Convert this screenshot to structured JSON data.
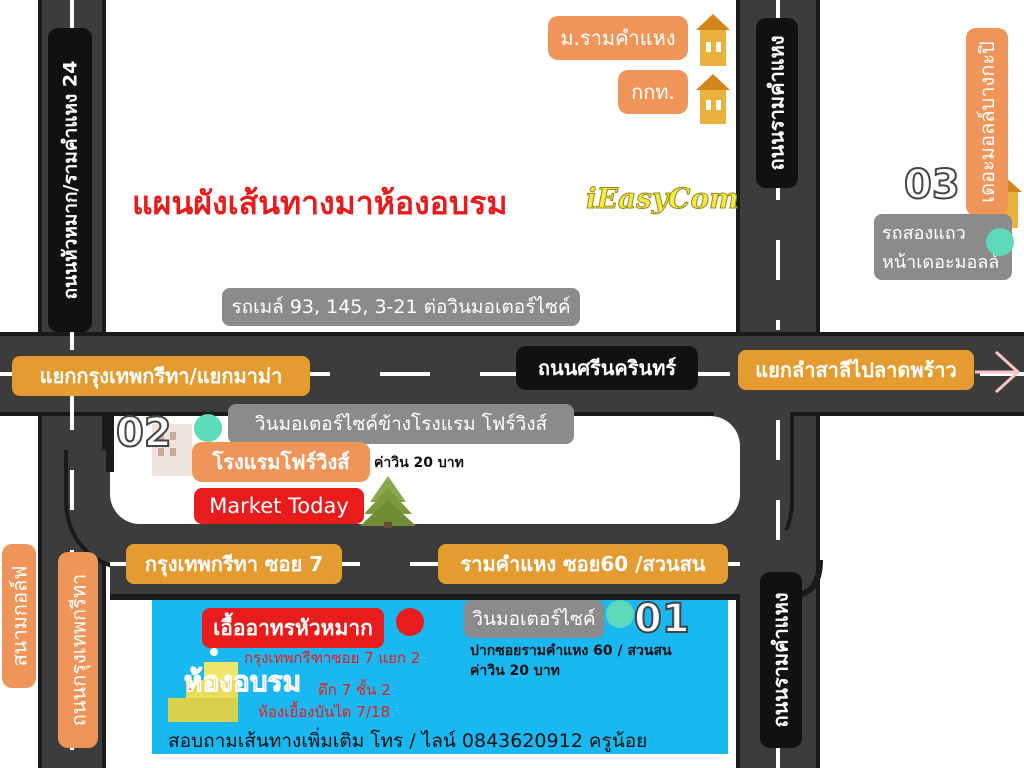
{
  "map": {
    "title": "แผนผังเส้นทางมาห้องอบรม",
    "brand": "iEasyCom"
  },
  "roads": {
    "left_road": "ถนนหัวหมาก/รามคำแหง 24",
    "right_road_top": "ถนนรามคำแหง",
    "right_road_bottom": "ถนนรามคำแหง",
    "main_road": "ถนนศรีนครินทร์",
    "lower_left": "ถนนกรุงเทพกรีทา",
    "soi_left": "กรุงเทพกรีทา ซอย 7",
    "soi_right": "รามคำแหง ซอย60 /สวนสน"
  },
  "junctions": {
    "west": "แยกกรุงเทพกรีทา/แยกมาม่า",
    "east": "แยกลำสาลีไปลาดพร้าว"
  },
  "places": {
    "ramkhamhaeng_univ": "ม.รามคำแหง",
    "kkt": "กกท.",
    "the_mall": "เดอะมอลล์บางกะปิ",
    "golf_course": "สนามกอล์ฟ",
    "hotel": "โรงแรมโฟร์วิงส์",
    "market": "Market Today",
    "food_house": "เอื้ออาทรหัวหมาก",
    "training_room": "ห้องอบรม"
  },
  "transport": {
    "bus": "รถเมล์ 93, 145, 3-21 ต่อวินมอเตอร์ไซค์",
    "songthaew_line1": "รถสองแถว",
    "songthaew_line2": "หน้าเดอะมอลล์",
    "moto_hotel": "วินมอเตอร์ไซค์ข้างโรงแรม โฟร์วิงส์",
    "fare_hotel": "ค่าวิน 20 บาท",
    "moto_soi": "วินมอเตอร์ไซค์",
    "moto_soi_location": "ปากซอยรามคำแหง 60 / สวนสน",
    "fare_soi": "ค่าวิน 20 บาท"
  },
  "markers": {
    "one": "01",
    "two": "02",
    "three": "03"
  },
  "address": {
    "line1": "กรุงเทพกรีฑาซอย 7 แยก 2",
    "line2": "ตึก 7 ชั้น 2",
    "line3": "ห้องเยื้องบันได 7/18"
  },
  "contact": "สอบถามเส้นทางเพิ่มเติม โทร / ไลน์ 0843620912 ครูน้อย",
  "colors": {
    "road": "#3c3c3c",
    "road_edge": "#1a1a1a",
    "orange": "#f0955a",
    "gold": "#e49b2f",
    "red": "#e81c1c",
    "cyan": "#1ab8f0",
    "mint": "#5ddbb8",
    "grey": "#8b8b8b"
  }
}
